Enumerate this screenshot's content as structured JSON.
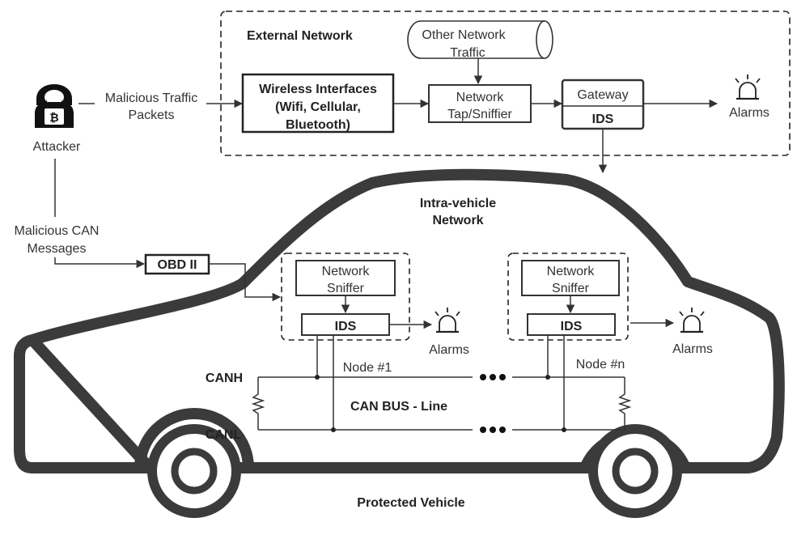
{
  "external_network": {
    "title": "External Network",
    "other_traffic": [
      "Other Network",
      "Traffic"
    ],
    "wireless": [
      "Wireless Interfaces",
      "(Wifi, Cellular,",
      "Bluetooth)"
    ],
    "tap": [
      "Network",
      "Tap/Sniffier"
    ],
    "gateway": "Gateway",
    "gateway_ids": "IDS",
    "alarms": "Alarms"
  },
  "attacker": {
    "label": "Attacker",
    "traffic": [
      "Malicious Traffic",
      "Packets"
    ],
    "can_messages": [
      "Malicious CAN",
      "Messages"
    ]
  },
  "obd": "OBD II",
  "intra": [
    "Intra-vehicle",
    "Network"
  ],
  "node1": {
    "sniffer": [
      "Network",
      "Sniffer"
    ],
    "ids": "IDS",
    "label": "Node #1",
    "alarms": "Alarms"
  },
  "noden": {
    "sniffer": [
      "Network",
      "Sniffer"
    ],
    "ids": "IDS",
    "label": "Node #n",
    "alarms": "Alarms"
  },
  "bus": {
    "canh": "CANH",
    "canl": "CANL",
    "line": "CAN BUS - Line"
  },
  "vehicle_label": "Protected Vehicle"
}
